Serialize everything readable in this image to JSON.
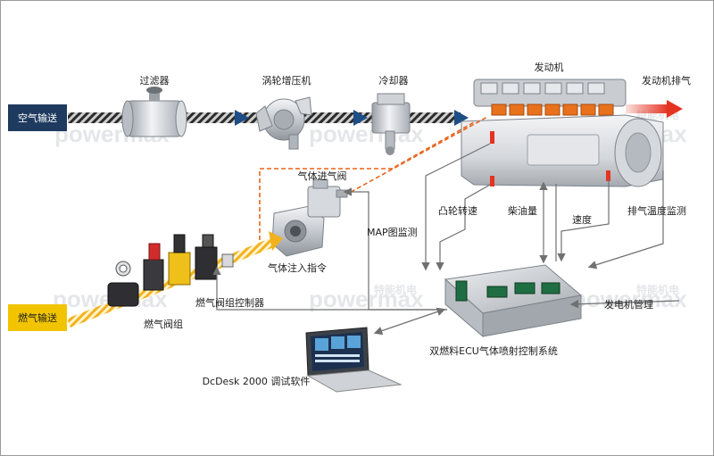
{
  "inputs": {
    "air_supply": "空气输送",
    "gas_supply": "燃气输送"
  },
  "components": {
    "filter": "过滤器",
    "turbocharger": "涡轮增压机",
    "cooler": "冷却器",
    "engine": "发动机",
    "engine_exhaust": "发动机排气",
    "gas_inlet_valve": "气体进气阀",
    "gas_injection_command": "气体注入指令",
    "gas_valve_group": "燃气阀组",
    "gas_valve_group_controller": "燃气阀组控制器",
    "ecu": "双燃料ECU气体喷射控制系统",
    "software": "DcDesk 2000 调试软件"
  },
  "signals": {
    "map_monitor": "MAP图监测",
    "cam_speed": "凸轮转速",
    "diesel_quantity": "柴油量",
    "speed": "速度",
    "exhaust_temp_monitor": "排气温度监测",
    "generator_management": "发电机管理"
  },
  "watermark": {
    "latin": "powermax",
    "chinese": "特能机电"
  },
  "colors": {
    "air_box": "#1f3a5f",
    "gas_box": "#f2c400",
    "gas_path": "#f5a623",
    "dashed_orange": "#e8641c",
    "exhaust_red": "#e53322",
    "arrow_blue": "#1e4e86",
    "signal_line": "#707070"
  }
}
